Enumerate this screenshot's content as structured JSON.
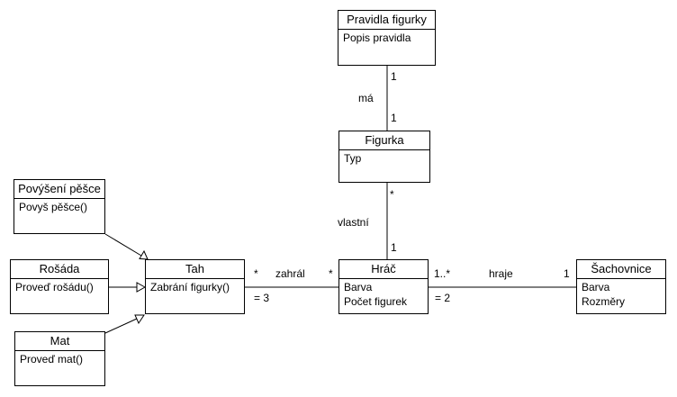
{
  "classes": {
    "pravidla": {
      "name": "Pravidla figurky",
      "members": [
        "Popis pravidla"
      ]
    },
    "figurka": {
      "name": "Figurka",
      "members": [
        "Typ"
      ]
    },
    "povyseni": {
      "name": "Povýšení pěšce",
      "members": [
        "Povyš pěšce()"
      ]
    },
    "rosada": {
      "name": "Rošáda",
      "members": [
        "Proveď rošádu()"
      ]
    },
    "mat": {
      "name": "Mat",
      "members": [
        "Proveď mat()"
      ]
    },
    "tah": {
      "name": "Tah",
      "members": [
        "Zabrání figurky()"
      ]
    },
    "hrac": {
      "name": "Hráč",
      "members": [
        "Barva",
        "Počet figurek"
      ]
    },
    "sachovnice": {
      "name": "Šachovnice",
      "members": [
        "Barva",
        "Rozměry"
      ]
    }
  },
  "associations": {
    "ma": {
      "label": "má",
      "mult_top": "1",
      "mult_bottom": "1"
    },
    "vlastni": {
      "label": "vlastní",
      "mult_top": "*",
      "mult_bottom": "1"
    },
    "zahral": {
      "label": "zahrál",
      "mult_left": "*",
      "mult_left_constraint": "= 3",
      "mult_right": "*"
    },
    "hraje": {
      "label": "hraje",
      "mult_left": "1..*",
      "mult_left_constraint": "= 2",
      "mult_right": "1"
    }
  }
}
